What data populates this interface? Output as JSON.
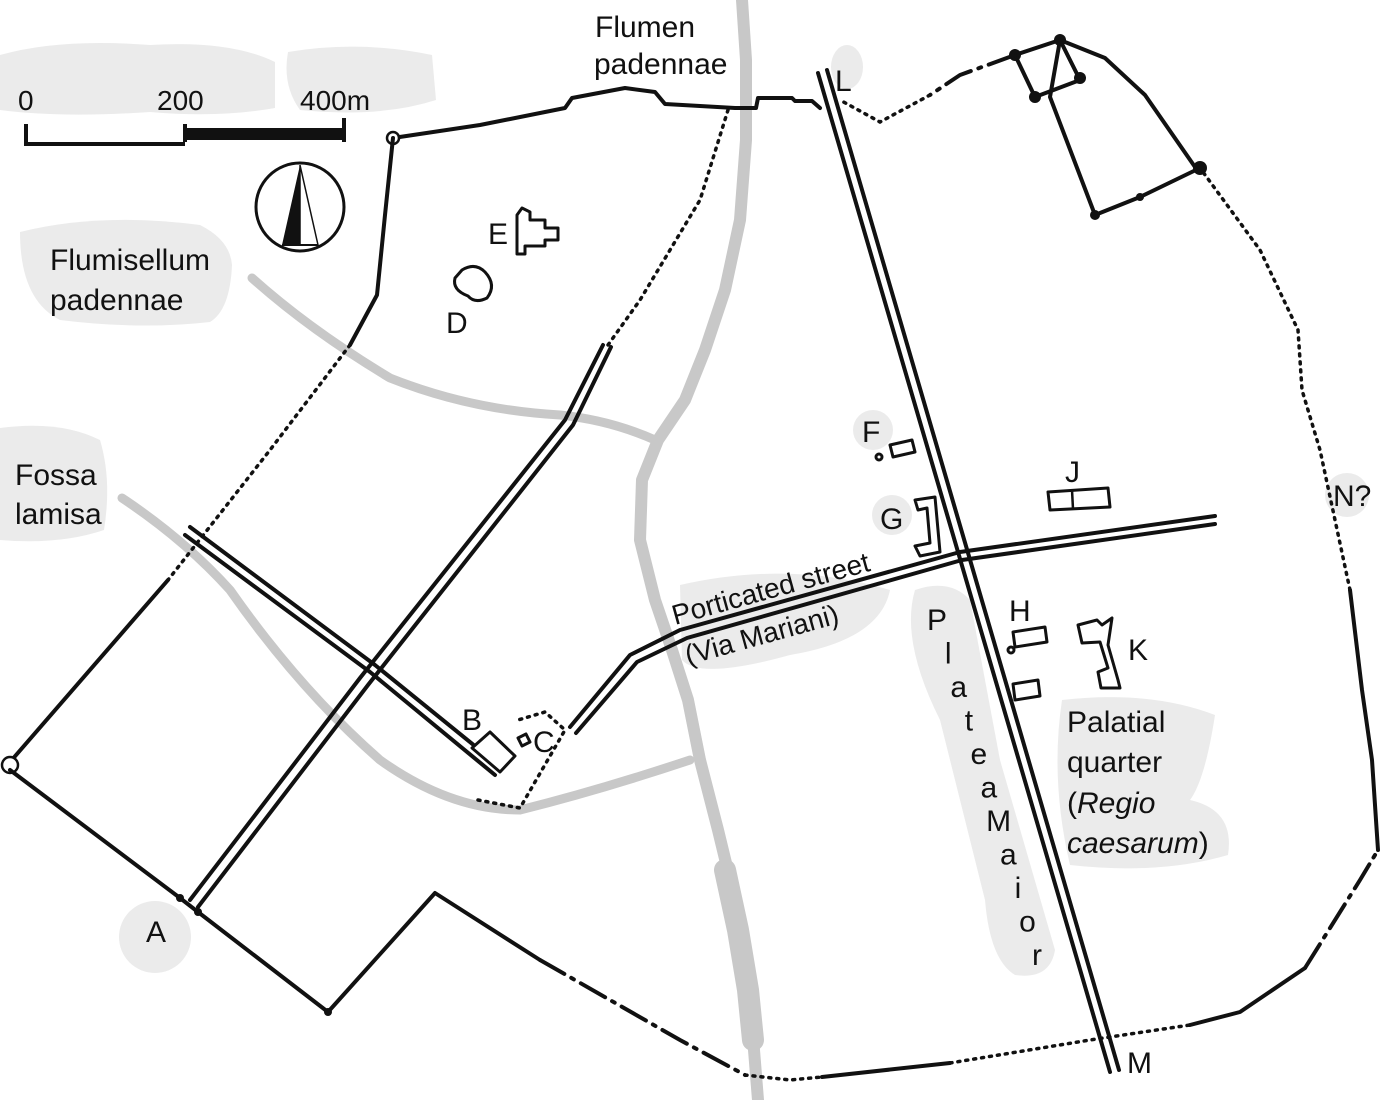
{
  "scale_bar": {
    "tick_0": "0",
    "tick_200": "200",
    "tick_400": "400m"
  },
  "compass": {
    "icon": "north-arrow-icon"
  },
  "waterways": {
    "flumen_line1": "Flumen",
    "flumen_line2": "padennae",
    "flumisellum_line1": "Flumisellum",
    "flumisellum_line2": "padennae",
    "fossa_line1": "Fossa",
    "fossa_line2": "lamisa"
  },
  "streets": {
    "porticated_line1": "Porticated street",
    "porticated_line2": "(Via Mariani)",
    "platea_letters": [
      "P",
      "l",
      "a",
      "t",
      "e",
      "a",
      "M",
      "a",
      "i",
      "o",
      "r"
    ]
  },
  "quarter": {
    "line1": "Palatial",
    "line2": "quarter",
    "line3_open": "(",
    "line3_italic": "Regio",
    "line4_italic": "caesarum",
    "line4_close": ")"
  },
  "site_labels": {
    "a": "A",
    "b": "B",
    "c": "C",
    "d": "D",
    "e": "E",
    "f": "F",
    "g": "G",
    "h": "H",
    "j": "J",
    "k": "K",
    "l": "L",
    "m": "M",
    "n": "N?"
  },
  "colors": {
    "line": "#111111",
    "river": "#c8c8c8",
    "label_halo": "#ebebeb",
    "background": "#ffffff"
  }
}
